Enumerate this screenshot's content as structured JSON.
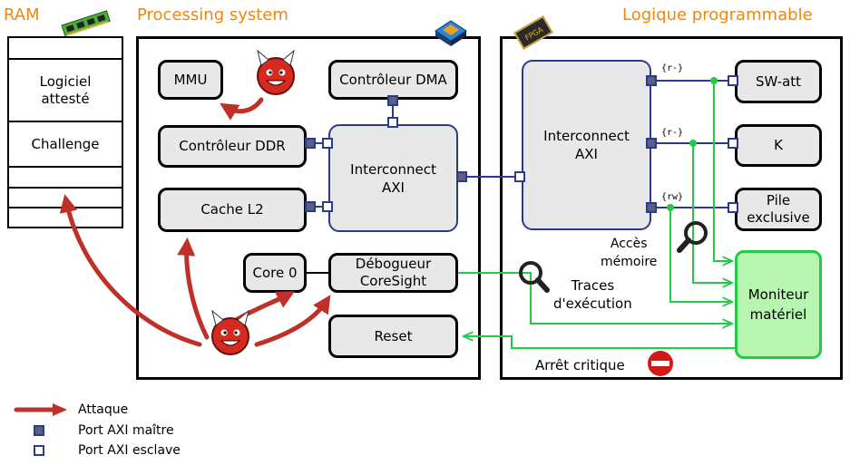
{
  "sections": {
    "ram": "RAM",
    "processing": "Processing system",
    "logic": "Logique programmable"
  },
  "ram_rows": [
    "Logiciel\nattesté",
    "Challenge"
  ],
  "ps": {
    "mmu": "MMU",
    "dma": "Contrôleur DMA",
    "ddr": "Contrôleur DDR",
    "interconnect": "Interconnect\nAXI",
    "cache": "Cache L2",
    "core0": "Core 0",
    "debug": "Débogueur\nCoreSight",
    "reset": "Reset"
  },
  "pl": {
    "interconnect": "Interconnect\nAXI",
    "swatt": "SW-att",
    "k": "K",
    "pile": "Pile\nexclusive",
    "monitor": "Moniteur\nmatériel",
    "perm_swatt": "{r-}",
    "perm_k": "{r-}",
    "perm_pile": "{rw}"
  },
  "annotations": {
    "acces": "Accès\nmémoire",
    "traces": "Traces\nd'exécution",
    "arret": "Arrêt critique"
  },
  "chip_label": "FPGA",
  "legend": {
    "attaque": "Attaque",
    "maitre": "Port AXI maître",
    "esclave": "Port AXI esclave"
  },
  "colors": {
    "section_title": "#f0860e",
    "attack": "#c0302a",
    "axi": "#2c3a8c",
    "monitor_line": "#22cc44",
    "monitor_fill": "#b8f5b0",
    "box_fill": "#e8e8e8",
    "stop": "#d41818"
  }
}
